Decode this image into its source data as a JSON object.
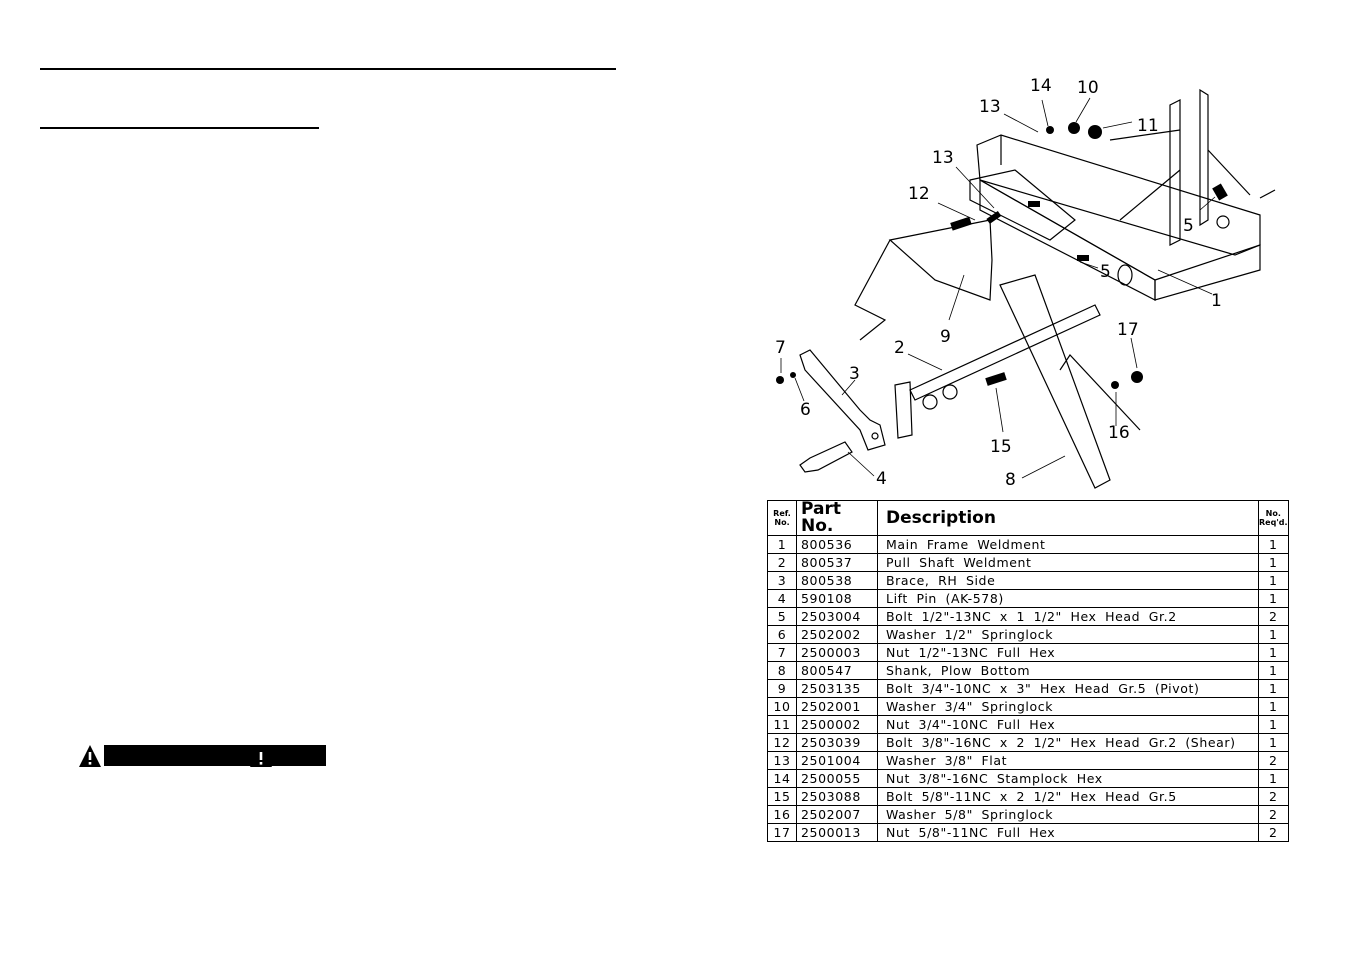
{
  "diagram": {
    "callouts": [
      "14",
      "10",
      "13",
      "11",
      "13",
      "12",
      "5",
      "5",
      "1",
      "9",
      "7",
      "2",
      "3",
      "17",
      "6",
      "15",
      "16",
      "4",
      "8"
    ]
  },
  "parts_table": {
    "headers": {
      "ref": "Ref. No.",
      "part_no": "Part No.",
      "description": "Description",
      "qty": "No. Req'd."
    },
    "rows": [
      {
        "ref": "1",
        "part_no": "800536",
        "description": "Main Frame Weldment",
        "qty": "1"
      },
      {
        "ref": "2",
        "part_no": "800537",
        "description": "Pull Shaft Weldment",
        "qty": "1"
      },
      {
        "ref": "3",
        "part_no": "800538",
        "description": "Brace, RH Side",
        "qty": "1"
      },
      {
        "ref": "4",
        "part_no": "590108",
        "description": "Lift Pin (AK-578)",
        "qty": "1"
      },
      {
        "ref": "5",
        "part_no": "2503004",
        "description": "Bolt 1/2\"-13NC x 1 1/2\" Hex Head Gr.2",
        "qty": "2"
      },
      {
        "ref": "6",
        "part_no": "2502002",
        "description": "Washer 1/2\" Springlock",
        "qty": "1"
      },
      {
        "ref": "7",
        "part_no": "2500003",
        "description": "Nut 1/2\"-13NC Full Hex",
        "qty": "1"
      },
      {
        "ref": "8",
        "part_no": "800547",
        "description": "Shank, Plow Bottom",
        "qty": "1"
      },
      {
        "ref": "9",
        "part_no": "2503135",
        "description": "Bolt 3/4\"-10NC x 3\" Hex Head Gr.5 (Pivot)",
        "qty": "1"
      },
      {
        "ref": "10",
        "part_no": "2502001",
        "description": "Washer 3/4\" Springlock",
        "qty": "1"
      },
      {
        "ref": "11",
        "part_no": "2500002",
        "description": "Nut 3/4\"-10NC Full Hex",
        "qty": "1"
      },
      {
        "ref": "12",
        "part_no": "2503039",
        "description": "Bolt 3/8\"-16NC x 2 1/2\" Hex Head Gr.2 (Shear)",
        "qty": "1"
      },
      {
        "ref": "13",
        "part_no": "2501004",
        "description": "Washer 3/8\" Flat",
        "qty": "2"
      },
      {
        "ref": "14",
        "part_no": "2500055",
        "description": "Nut 3/8\"-16NC Stamplock Hex",
        "qty": "1"
      },
      {
        "ref": "15",
        "part_no": "2503088",
        "description": "Bolt 5/8\"-11NC x 2 1/2\" Hex Head Gr.5",
        "qty": "2"
      },
      {
        "ref": "16",
        "part_no": "2502007",
        "description": "Washer 5/8\" Springlock",
        "qty": "2"
      },
      {
        "ref": "17",
        "part_no": "2500013",
        "description": "Nut 5/8\"-11NC Full Hex",
        "qty": "2"
      }
    ]
  }
}
